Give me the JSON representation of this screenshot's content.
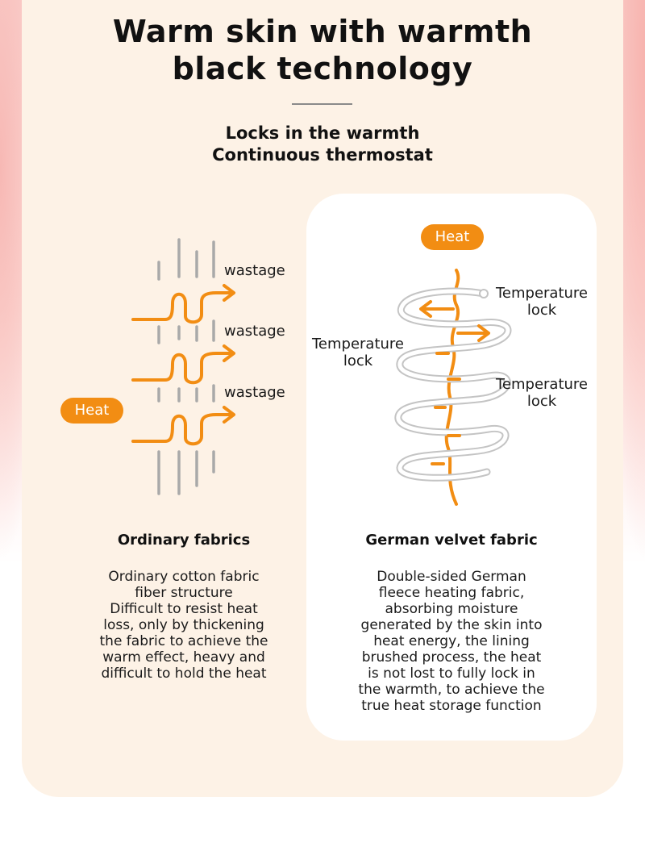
{
  "header": {
    "title_lines": [
      "Warm skin with warmth",
      "black technology"
    ],
    "subtitle_lines": [
      "Locks in the warmth",
      "Continuous thermostat"
    ]
  },
  "left": {
    "heat_label": "Heat",
    "wastage_labels": [
      "wastage",
      "wastage",
      "wastage"
    ],
    "fabric_title": "Ordinary fabrics",
    "description_lines": [
      "Ordinary cotton fabric",
      "fiber structure",
      "Difficult to resist heat",
      "loss, only by thickening",
      "the fabric to achieve the",
      "warm effect, heavy and",
      "difficult to hold the heat"
    ]
  },
  "right": {
    "heat_label": "Heat",
    "temperature_lock_labels": [
      [
        "Temperature",
        "lock"
      ],
      [
        "Temperature",
        "lock"
      ],
      [
        "Temperature",
        "lock"
      ]
    ],
    "fabric_title": "German velvet fabric",
    "description_lines": [
      "Double-sided German",
      "fleece heating fabric,",
      "absorbing moisture",
      "generated by the skin into",
      "heat energy, the lining",
      "brushed process, the heat",
      "is not lost to fully lock in",
      "the warmth, to achieve the",
      "true heat storage function"
    ]
  },
  "colors": {
    "accent_orange": "#f28d13",
    "card_beige": "#fdf2e6",
    "fiber_gray": "#a9a9a9",
    "coil_gray": "#c4c4c4"
  }
}
